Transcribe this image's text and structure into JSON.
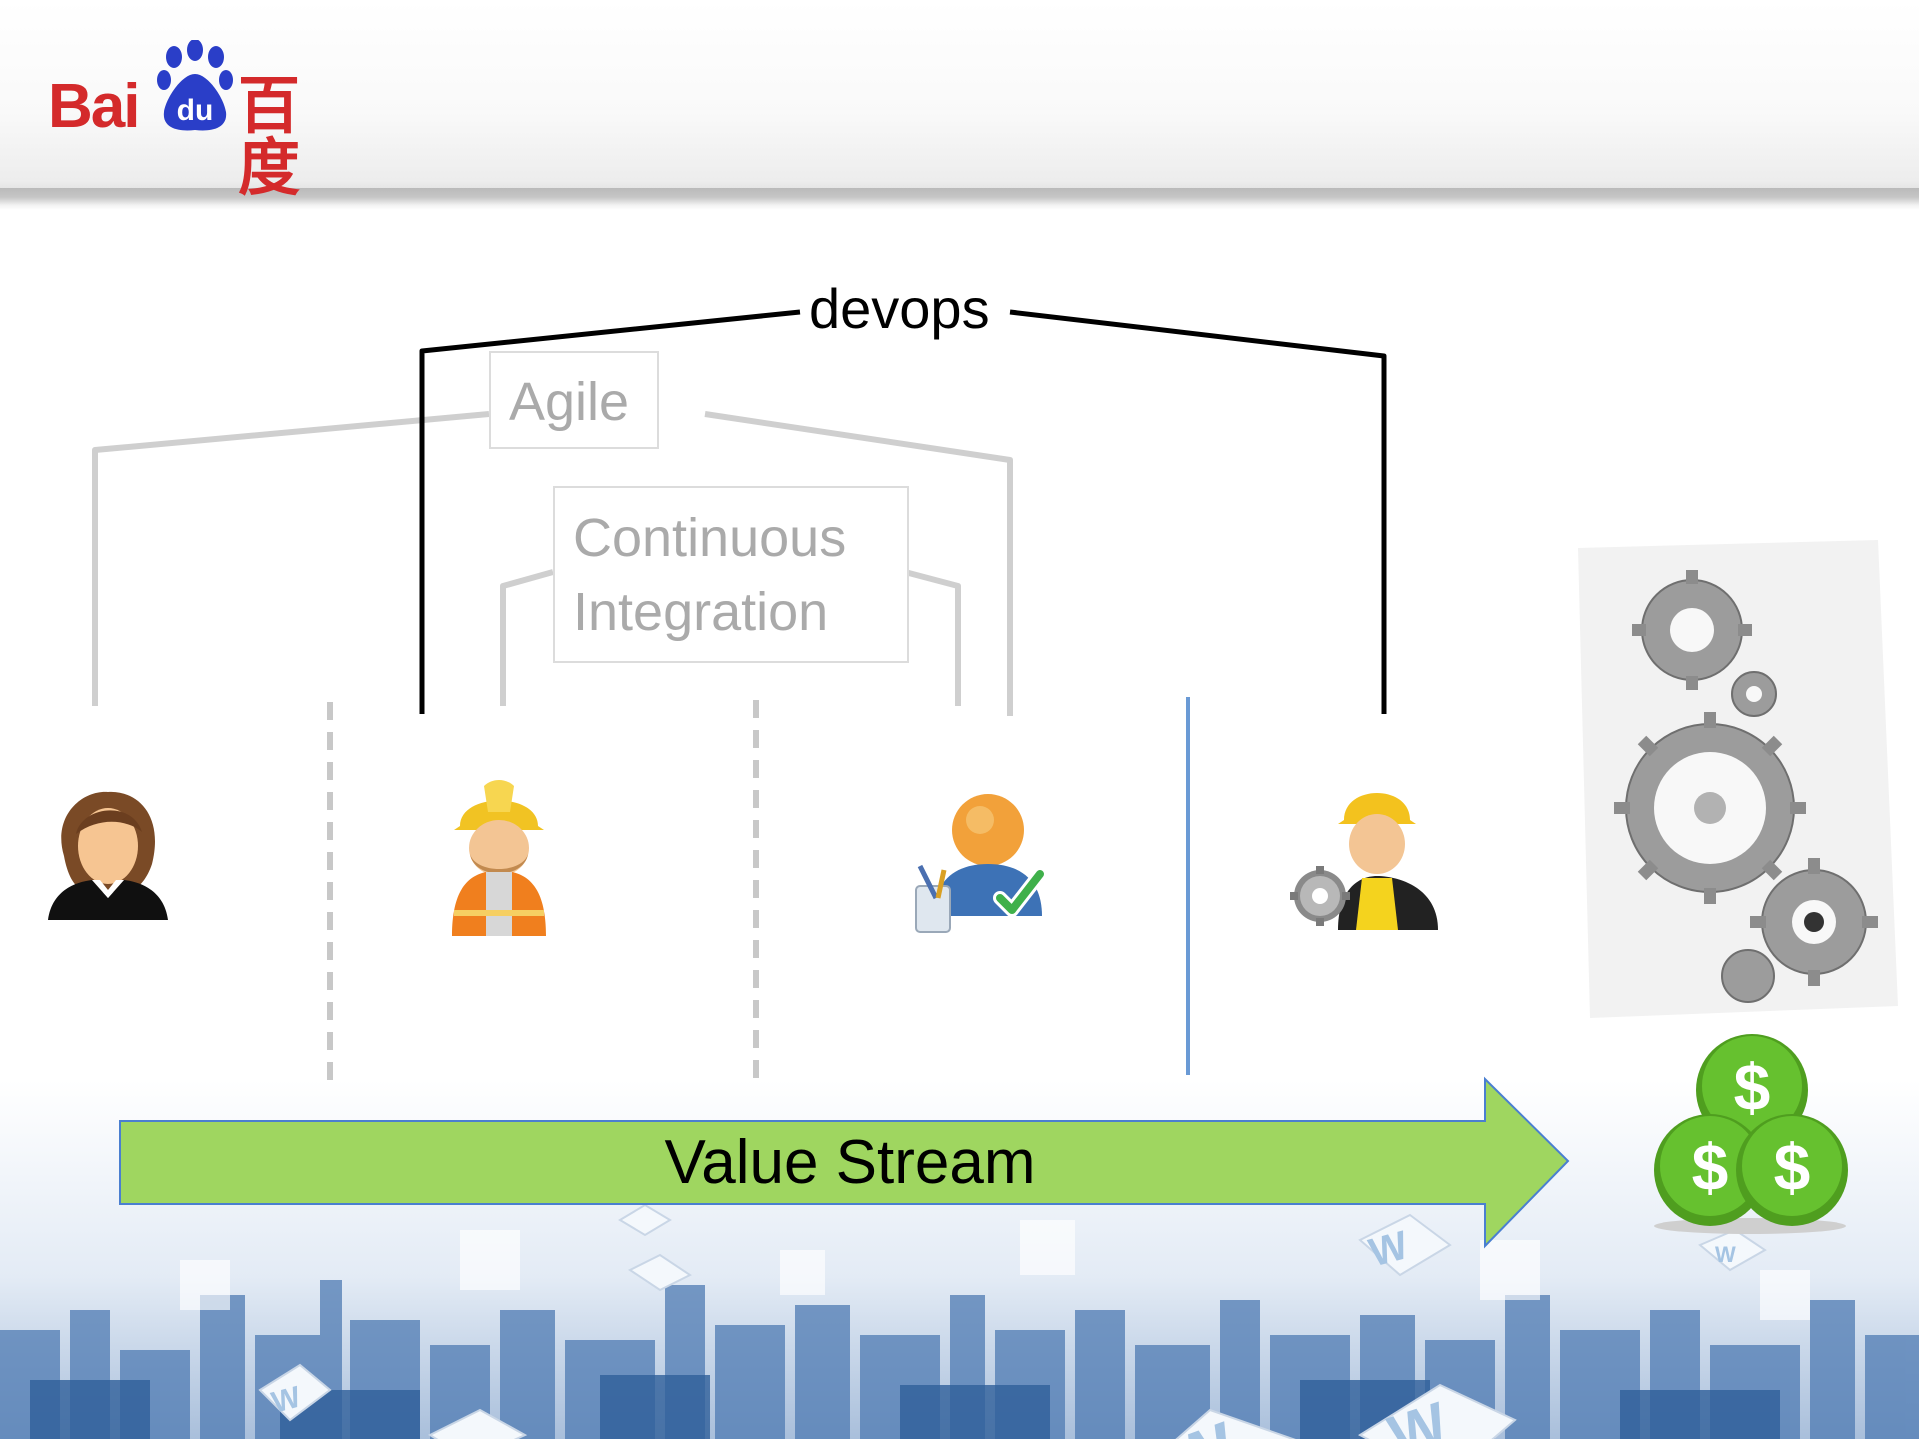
{
  "brand": {
    "logo_text_latin_left": "Bai",
    "logo_text_latin_badge": "du",
    "logo_text_chinese": "百度",
    "logo_color": "#d42a2b",
    "paw_color": "#2a3ec8"
  },
  "diagram": {
    "devops_label": "devops",
    "agile_label": "Agile",
    "ci_label_line1": "Continuous",
    "ci_label_line2": "Integration",
    "value_stream_label": "Value Stream",
    "roles": [
      {
        "icon": "businesswoman-icon"
      },
      {
        "icon": "construction-worker-icon"
      },
      {
        "icon": "tester-checkmark-icon"
      },
      {
        "icon": "operations-engineer-icon"
      }
    ],
    "outcome_icons": [
      "gears-icon",
      "money-coins-icon"
    ],
    "colors": {
      "devops_bracket": "#000000",
      "agile_bracket": "#cfcfcf",
      "arrow_fill": "#9fd660",
      "arrow_stroke": "#4a7fd0",
      "ops_divider": "#6a9ad5",
      "coin_green": "#5fb82a"
    }
  }
}
